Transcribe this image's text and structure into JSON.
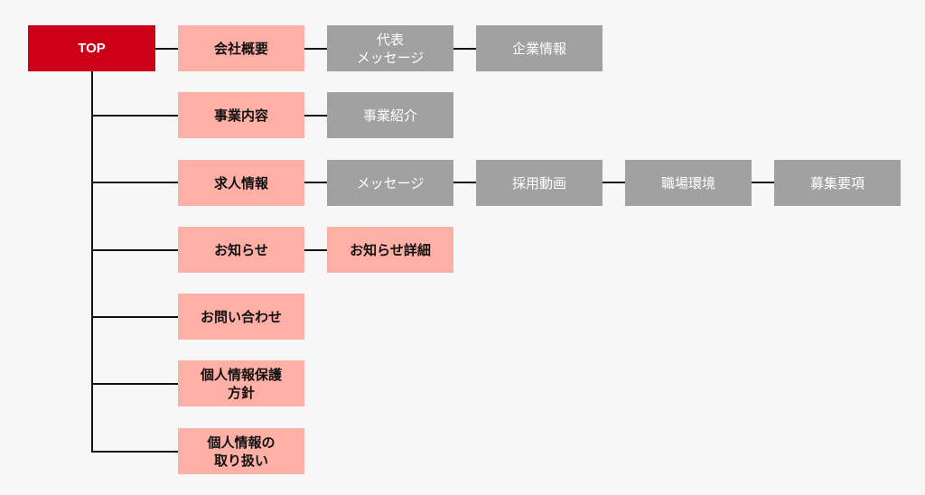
{
  "colors": {
    "background": "#f7f7f7",
    "root": "#cc0018",
    "primary": "#ffb0a6",
    "secondary": "#a1a1a1",
    "line": "#111111"
  },
  "root": {
    "label": "TOP"
  },
  "rows": [
    {
      "label": "会社概要",
      "children": [
        "代表\nメッセージ",
        "企業情報"
      ]
    },
    {
      "label": "事業内容",
      "children": [
        "事業紹介"
      ]
    },
    {
      "label": "求人情報",
      "children": [
        "メッセージ",
        "採用動画",
        "職場環境",
        "募集要項"
      ]
    },
    {
      "label": "お知らせ",
      "children": [
        "お知らせ詳細"
      ]
    },
    {
      "label": "お問い合わせ",
      "children": []
    },
    {
      "label": "個人情報保護\n方針",
      "children": []
    },
    {
      "label": "個人情報の\n取り扱い",
      "children": []
    }
  ]
}
